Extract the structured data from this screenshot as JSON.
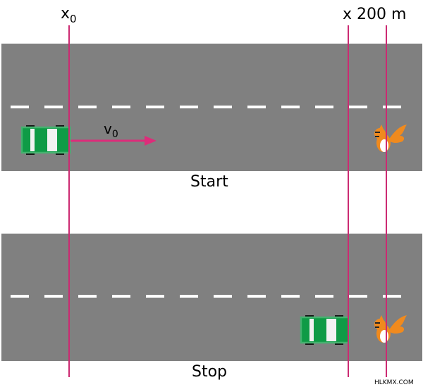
{
  "labels": {
    "x0_base": "x",
    "x0_sub": "0",
    "x_end": "x 200 m",
    "v0_base": "v",
    "v0_sub": "0",
    "start": "Start",
    "stop": "Stop",
    "watermark": "HLKMX.COM"
  },
  "colors": {
    "road": "#808080",
    "lane_marking": "#ffffff",
    "marker_line": "#cc2a72",
    "velocity_arrow": "#dd2d7a",
    "car_body": "#0f9b46",
    "car_border": "#43b26e",
    "car_stripe": "#f2f2f2",
    "car_tire": "#111111",
    "squirrel": "#f08a1e",
    "squirrel_belly": "#ffffff"
  },
  "icons": {
    "car": "car-icon",
    "squirrel": "squirrel-icon"
  }
}
